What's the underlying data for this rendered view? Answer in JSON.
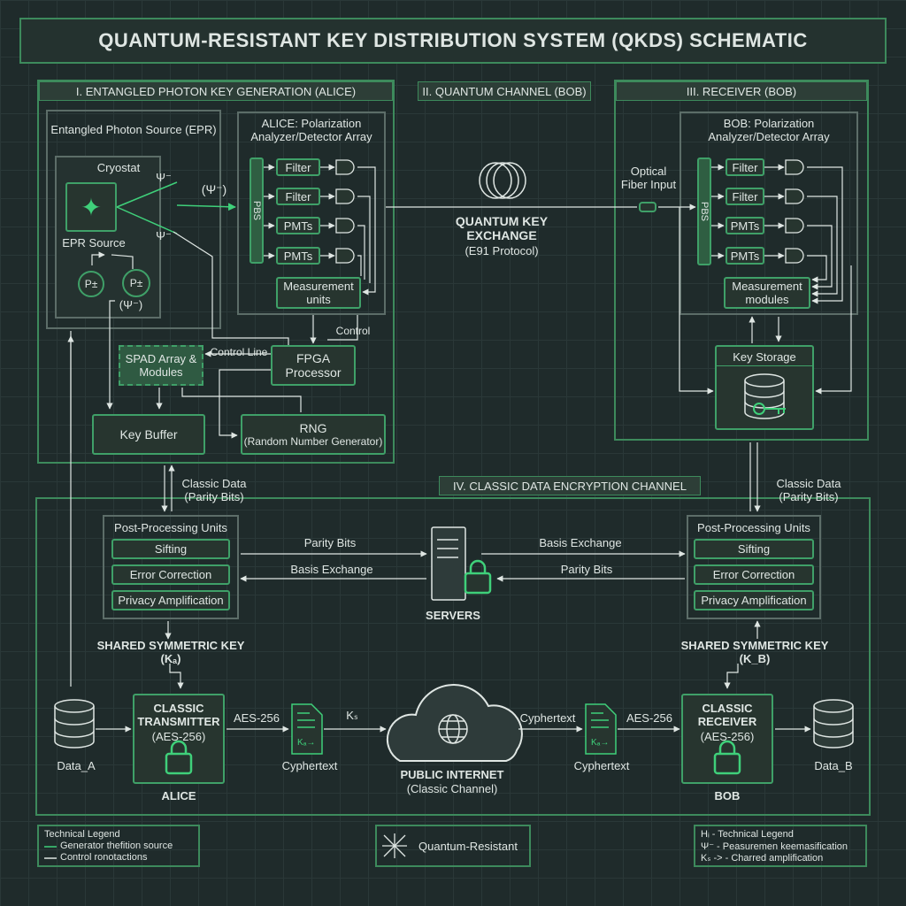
{
  "title": "QUANTUM-RESISTANT KEY DISTRIBUTION SYSTEM (QKDS) SCHEMATIC",
  "sections": {
    "alice": "I. ENTANGLED PHOTON KEY GENERATION (ALICE)",
    "channel": "II. QUANTUM CHANNEL (BOB)",
    "receiver": "III. RECEIVER (BOB)",
    "classic": "IV. CLASSIC DATA ENCRYPTION CHANNEL"
  },
  "alice_gen": {
    "source_title": "Entangled Photon Source (EPR)",
    "cryostat": "Cryostat",
    "epr_source": "EPR Source",
    "psi1": "Ψ⁻",
    "psi2": "Ψ⁻",
    "psi_out": "(Ψ⁻)",
    "psi_low": "(Ψ⁻)",
    "p_left": "P±",
    "p_right": "P±",
    "spad": "SPAD Array & Modules",
    "key_buffer": "Key Buffer",
    "control_line": "Control Line",
    "fpga": "FPGA Processor",
    "control": "Control",
    "rng_title": "RNG",
    "rng_sub": "(Random Number Generator)"
  },
  "alice_analyzer": {
    "title": "ALICE: Polarization Analyzer/Detector Array",
    "bar": "PBS",
    "rows": [
      "Filter",
      "Filter",
      "PMTs",
      "PMTs"
    ],
    "measurement": "Measurement units"
  },
  "quantum_channel": {
    "label": "QUANTUM KEY EXCHANGE",
    "protocol": "(E91 Protocol)",
    "fiber_input": "Optical Fiber Input"
  },
  "bob_analyzer": {
    "title": "BOB: Polarization Analyzer/Detector Array",
    "bar": "PBS",
    "rows": [
      "Filter",
      "Filter",
      "PMTs",
      "PMTs"
    ],
    "measurement": "Measurement modules",
    "key_storage": "Key Storage"
  },
  "classic": {
    "classic_data_left": "Classic Data (Parity Bits)",
    "classic_data_right": "Classic Data (Parity Bits)",
    "post_left": {
      "title": "Post-Processing Units",
      "items": [
        "Sifting",
        "Error Correction",
        "Privacy Amplification"
      ]
    },
    "post_right": {
      "title": "Post-Processing Units",
      "items": [
        "Sifting",
        "Error Correction",
        "Privacy Amplification"
      ]
    },
    "parity_top": "Parity Bits",
    "basis_bottom": "Basis Exchange",
    "basis_top": "Basis Exchange",
    "parity_bottom": "Parity Bits",
    "servers": "SERVERS",
    "shared_left": "SHARED SYMMETRIC KEY (Kₐ)",
    "shared_right": "SHARED SYMMETRIC KEY (K_B)"
  },
  "bottom": {
    "data_a": "Data_A",
    "data_b": "Data_B",
    "tx_title": "CLASSIC TRANSMITTER",
    "tx_sub": "(AES-256)",
    "rx_title": "CLASSIC RECEIVER",
    "rx_sub": "(AES-256)",
    "alice": "ALICE",
    "bob": "BOB",
    "aes_left": "AES-256",
    "aes_right": "AES-256",
    "ks": "Kₛ",
    "cyphertext_left": "Cyphertext",
    "cyphertext_right": "Cyphertext",
    "cyphertext_mid": "Cyphertext",
    "doc_key": "Kₐ→",
    "internet_title": "PUBLIC INTERNET",
    "internet_sub": "(Classic Channel)"
  },
  "legend_left": {
    "title": "Technical Legend",
    "items": [
      "Generator thefition source",
      "Control ronotactions"
    ]
  },
  "legend_mid": "Quantum-Resistant",
  "legend_right": {
    "items": [
      "Hᵢ  - Technical Legend",
      "Ψ⁻  - Peasuremen keemasification",
      "Kₛ ->  - Charred amplification"
    ]
  },
  "colors": {
    "accent": "#3fa068",
    "background": "#1f2b2b"
  }
}
